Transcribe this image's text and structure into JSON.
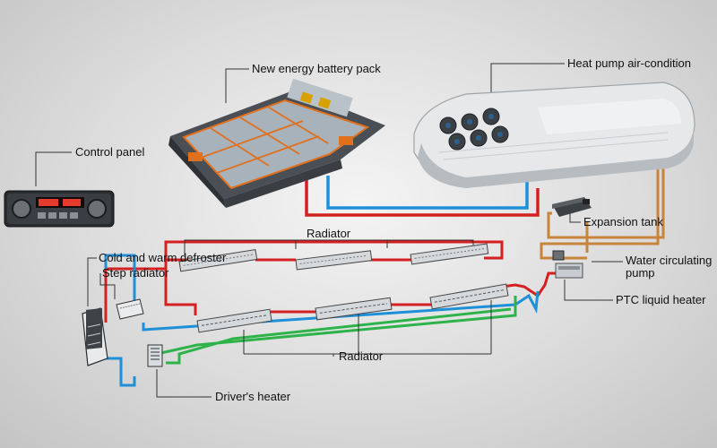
{
  "labels": {
    "battery_pack": "New energy battery pack",
    "heat_pump": "Heat pump air-condition",
    "control_panel": "Control panel",
    "expansion_tank": "Expansion tank",
    "radiator_top": "Radiator",
    "defroster": "Cold and warm defroster",
    "step_radiator": "Step radiator",
    "water_pump_line1": "Water circulating",
    "water_pump_line2": "pump",
    "ptc_heater": "PTC liquid heater",
    "radiator_bottom": "Radiator",
    "drivers_heater": "Driver's heater"
  },
  "colors": {
    "hot_line": "#d42020",
    "cold_line": "#1e90d8",
    "green_line": "#2db34a",
    "coolant_line": "#c8843a",
    "leader_line": "#333333",
    "battery_accent": "#e0701e"
  }
}
